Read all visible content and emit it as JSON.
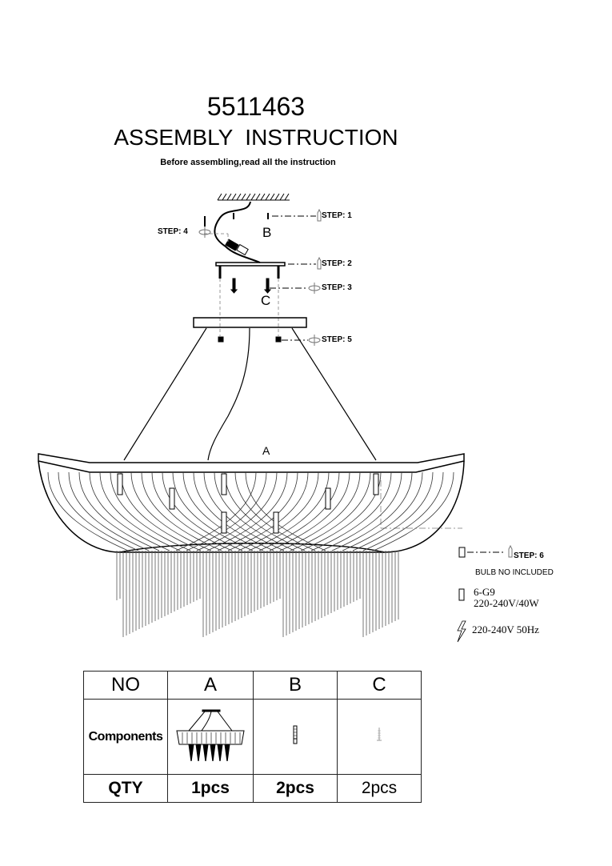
{
  "header": {
    "model": "5511463",
    "title": "ASSEMBLY  INSTRUCTION",
    "subtitle": "Before assembling,read all the instruction"
  },
  "steps": {
    "s1": "STEP: 1",
    "s2": "STEP: 2",
    "s3": "STEP: 3",
    "s4": "STEP: 4",
    "s5": "STEP: 5",
    "s6": "STEP: 6"
  },
  "labels": {
    "a": "A",
    "b": "B",
    "c": "C"
  },
  "notes": {
    "bulb": "BULB NO INCLUDED",
    "bulb_type": "6-G9",
    "bulb_power": "220-240V/40W",
    "voltage": "220-240V 50Hz"
  },
  "table": {
    "headers": [
      "NO",
      "A",
      "B",
      "C"
    ],
    "components_label": "Components",
    "qty_label": "QTY",
    "qty": [
      "1pcs",
      "2pcs",
      "2pcs"
    ]
  }
}
